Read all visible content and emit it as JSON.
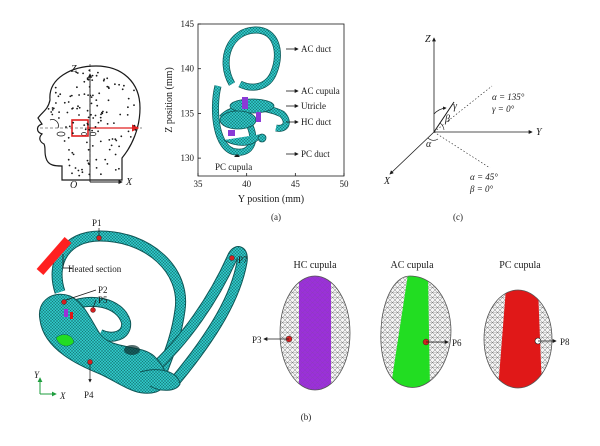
{
  "panel_a": {
    "label": "(a)",
    "head": {
      "axis_z": "Z",
      "axis_x": "X",
      "origin": "O"
    },
    "plot": {
      "xlabel": "Y position (mm)",
      "ylabel": "Z position (mm)",
      "x_ticks": [
        "35",
        "40",
        "45",
        "50"
      ],
      "y_ticks": [
        "145",
        "140",
        "135",
        "130"
      ],
      "xlim": [
        35,
        50
      ],
      "ylim": [
        128,
        145
      ],
      "annotations": [
        "AC duct",
        "AC cupula",
        "Utricle",
        "HC duct",
        "PC duct",
        "PC cupula"
      ]
    }
  },
  "panel_b": {
    "label": "(b)",
    "points": [
      "P1",
      "P2",
      "P5",
      "P4",
      "P7"
    ],
    "heated_label": "Heated section",
    "axis_y": "Y",
    "axis_x": "X",
    "cupulae": [
      {
        "title": "HC cupula",
        "point": "P3",
        "fill": "#9b30d9"
      },
      {
        "title": "AC cupula",
        "point": "P6",
        "fill": "#22dd22"
      },
      {
        "title": "PC cupula",
        "point": "P8",
        "fill": "#e01818"
      }
    ],
    "colors": {
      "mesh": "#2ec4c4",
      "heated": "#ff2020"
    }
  },
  "panel_c": {
    "label": "(c)",
    "axis_z": "Z",
    "axis_y": "Y",
    "axis_x": "X",
    "alpha": "α",
    "beta": "β",
    "gamma": "γ",
    "note1_line1": "α = 135°",
    "note1_line2": "γ = 0°",
    "note2_line1": "α = 45°",
    "note2_line2": "β = 0°"
  }
}
